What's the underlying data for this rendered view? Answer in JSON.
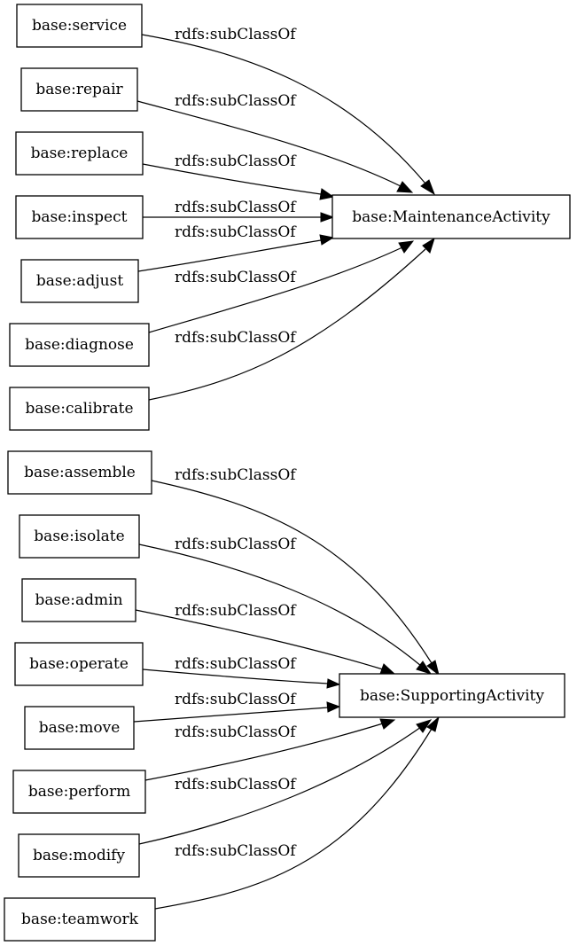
{
  "nodes": {
    "service": "base:service",
    "repair": "base:repair",
    "replace": "base:replace",
    "inspect": "base:inspect",
    "adjust": "base:adjust",
    "diagnose": "base:diagnose",
    "calibrate": "base:calibrate",
    "maintenance": "base:MaintenanceActivity",
    "assemble": "base:assemble",
    "isolate": "base:isolate",
    "admin": "base:admin",
    "operate": "base:operate",
    "move": "base:move",
    "perform": "base:perform",
    "modify": "base:modify",
    "teamwork": "base:teamwork",
    "supporting": "base:SupportingActivity"
  },
  "edge_label": "rdfs:subClassOf",
  "edges": [
    {
      "from": "base:service",
      "to": "base:MaintenanceActivity",
      "label": "rdfs:subClassOf"
    },
    {
      "from": "base:repair",
      "to": "base:MaintenanceActivity",
      "label": "rdfs:subClassOf"
    },
    {
      "from": "base:replace",
      "to": "base:MaintenanceActivity",
      "label": "rdfs:subClassOf"
    },
    {
      "from": "base:inspect",
      "to": "base:MaintenanceActivity",
      "label": "rdfs:subClassOf"
    },
    {
      "from": "base:adjust",
      "to": "base:MaintenanceActivity",
      "label": "rdfs:subClassOf"
    },
    {
      "from": "base:diagnose",
      "to": "base:MaintenanceActivity",
      "label": "rdfs:subClassOf"
    },
    {
      "from": "base:calibrate",
      "to": "base:MaintenanceActivity",
      "label": "rdfs:subClassOf"
    },
    {
      "from": "base:assemble",
      "to": "base:SupportingActivity",
      "label": "rdfs:subClassOf"
    },
    {
      "from": "base:isolate",
      "to": "base:SupportingActivity",
      "label": "rdfs:subClassOf"
    },
    {
      "from": "base:admin",
      "to": "base:SupportingActivity",
      "label": "rdfs:subClassOf"
    },
    {
      "from": "base:operate",
      "to": "base:SupportingActivity",
      "label": "rdfs:subClassOf"
    },
    {
      "from": "base:move",
      "to": "base:SupportingActivity",
      "label": "rdfs:subClassOf"
    },
    {
      "from": "base:perform",
      "to": "base:SupportingActivity",
      "label": "rdfs:subClassOf"
    },
    {
      "from": "base:modify",
      "to": "base:SupportingActivity",
      "label": "rdfs:subClassOf"
    },
    {
      "from": "base:teamwork",
      "to": "base:SupportingActivity",
      "label": "rdfs:subClassOf"
    }
  ]
}
